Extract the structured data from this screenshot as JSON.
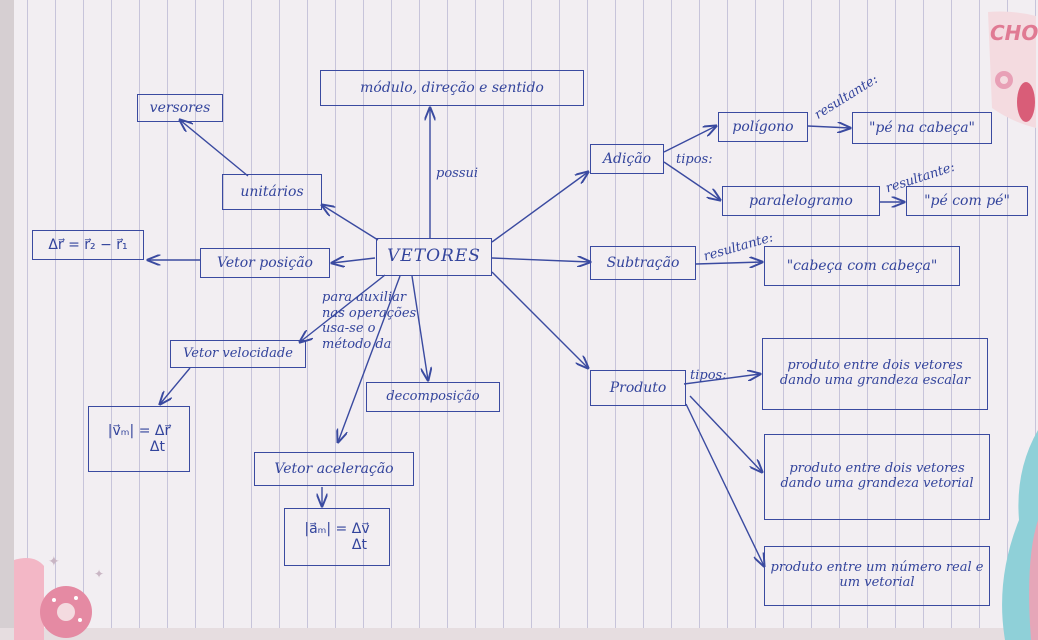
{
  "nodes": {
    "vetores": "VETORES",
    "modulo": "módulo, direção e sentido",
    "versores": "versores",
    "unitarios": "unitários",
    "vetor_posicao": "Vetor posição",
    "vetor_velocidade": "Vetor velocidade",
    "decomposicao": "decomposição",
    "vetor_aceleracao": "Vetor aceleração",
    "adicao": "Adição",
    "poligono": "polígono",
    "pe_na_cabeca": "\"pé na cabeça\"",
    "paralelogramo": "paralelogramo",
    "pe_com_pe": "\"pé com pé\"",
    "subtracao": "Subtração",
    "cabeca_com_cabeca": "\"cabeça com cabeça\"",
    "produto": "Produto",
    "produto_escalar": "produto entre dois vetores dando uma grandeza escalar",
    "produto_vetorial": "produto entre dois vetores dando uma grandeza vetorial",
    "produto_numero": "produto entre um número real e um vetorial"
  },
  "labels": {
    "possui": "possui",
    "tipos": "tipos:",
    "resultante": "resultante:",
    "note": [
      "para auxiliar",
      "nas operações",
      "usa-se o",
      "método da"
    ]
  },
  "formulas": {
    "posicao": "Δr⃗ = r⃗₂ − r⃗₁",
    "velocidade_top": "|v⃗ₘ| = Δr⃗",
    "velocidade_bottom": "Δt",
    "aceleracao_top": "|a⃗ₘ| = Δv⃗",
    "aceleracao_bottom": "Δt"
  },
  "stickers": {
    "top": "CHO"
  },
  "colors": {
    "ink": "#3a4aa0",
    "paper": "#f2eef2",
    "grid_line": "#c7c4da"
  }
}
